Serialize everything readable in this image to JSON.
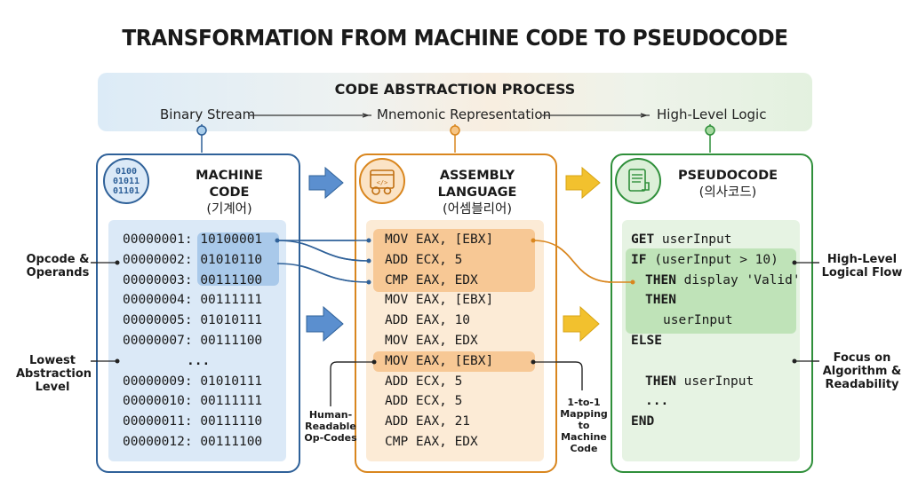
{
  "title": "TRANSFORMATION FROM MACHINE CODE TO PSEUDOCODE",
  "process": {
    "title": "CODE ABSTRACTION PROCESS",
    "stages": [
      "Binary Stream",
      "Mnemonic Representation",
      "High-Level Logic"
    ]
  },
  "machine": {
    "title": "MACHINE CODE",
    "subtitle": "(기계어)",
    "icon_text": [
      "0100",
      "01011",
      "01101"
    ],
    "rows": [
      {
        "addr": "00000001:",
        "bits": "10100001"
      },
      {
        "addr": "00000002:",
        "bits": "01010110"
      },
      {
        "addr": "00000003:",
        "bits": "00111100"
      },
      {
        "addr": "00000004:",
        "bits": "00111111"
      },
      {
        "addr": "00000005:",
        "bits": "01010111"
      },
      {
        "addr": "00000007:",
        "bits": "00111100"
      },
      {
        "addr": "",
        "bits": "..."
      },
      {
        "addr": "00000009:",
        "bits": "01010111"
      },
      {
        "addr": "00000010:",
        "bits": "00111111"
      },
      {
        "addr": "00000011:",
        "bits": "00111110"
      },
      {
        "addr": "00000012:",
        "bits": "00111100"
      }
    ]
  },
  "assembly": {
    "title": "ASSEMBLY LANGUAGE",
    "subtitle": "(어셈블리어)",
    "rows": [
      "MOV EAX, [EBX]",
      "ADD ECX, 5",
      "CMP EAX, EDX",
      "MOV EAX, [EBX]",
      "ADD EAX, 10",
      "MOV EAX, EDX",
      "MOV EAX, [EBX]",
      "ADD ECX, 5",
      "ADD ECX, 5",
      "ADD EAX, 21",
      "CMP EAX, EDX"
    ]
  },
  "pseudo": {
    "title": "PSEUDOCODE",
    "subtitle": "(의사코드)",
    "rows": [
      {
        "kw": "GET",
        "rest": " userInput"
      },
      {
        "kw": "IF",
        "rest": " (userInput > 10)"
      },
      {
        "kw": "THEN",
        "rest": " display 'Valid'"
      },
      {
        "kw": "THEN",
        "rest": ""
      },
      {
        "kw": "",
        "rest": "userInput"
      },
      {
        "kw": "ELSE",
        "rest": ""
      },
      {
        "kw": "THEN",
        "rest": " userInput"
      },
      {
        "kw": "...",
        "rest": ""
      },
      {
        "kw": "END",
        "rest": ""
      }
    ]
  },
  "labels": {
    "opcode": [
      "Opcode &",
      "Operands"
    ],
    "lowest": [
      "Lowest",
      "Abstraction",
      "Level"
    ],
    "human": [
      "Human-",
      "Readable",
      "Op-Codes"
    ],
    "mapping": [
      "1-to-1",
      "Mapping",
      "to Machine",
      "Code"
    ],
    "highlevel": [
      "High-Level",
      "Logical Flow"
    ],
    "focus": [
      "Focus on",
      "Algorithm &",
      "Readability"
    ]
  },
  "colors": {
    "machine": "#2f6199",
    "assembly": "#d9861e",
    "pseudo": "#2f8f3a",
    "arrow_blue": "#5b8fcf",
    "arrow_yellow": "#f2c12e"
  }
}
